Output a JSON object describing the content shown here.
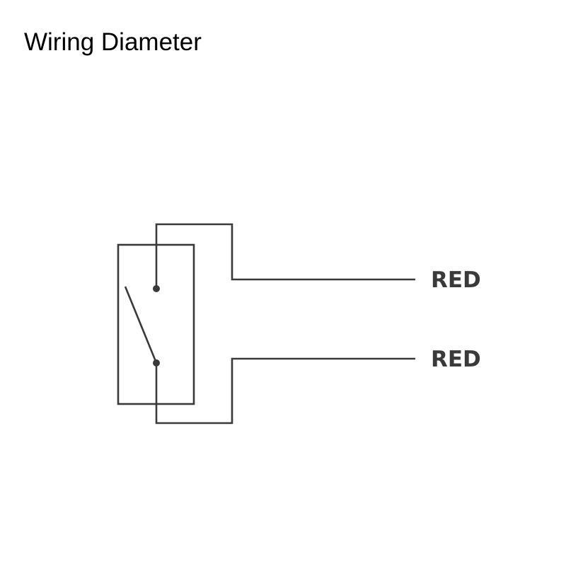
{
  "title": "Wiring Diameter",
  "wires": [
    {
      "label": "RED"
    },
    {
      "label": "RED"
    }
  ],
  "colors": {
    "title": "#000000",
    "line": "#3a3a3a"
  }
}
